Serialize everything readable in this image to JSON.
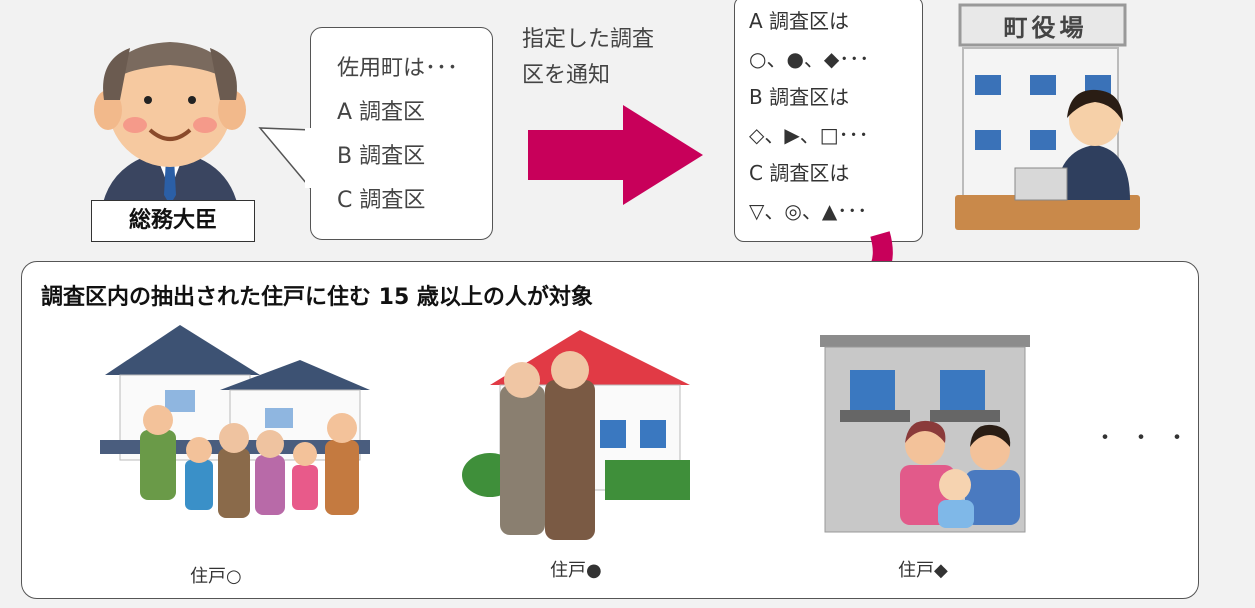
{
  "minister": {
    "label": "総務大臣"
  },
  "speech": {
    "lines": [
      "佐用町は･･･",
      "A 調査区",
      "B 調査区",
      "C 調査区"
    ]
  },
  "notify": {
    "lines": [
      "指定した調査",
      "区を通知"
    ]
  },
  "district_list": {
    "lines": [
      "A 調査区は",
      "○、●、◆･･･",
      "B 調査区は",
      "◇、▶、□･･･",
      "C 調査区は",
      "▽、◎、▲･･･"
    ]
  },
  "town_office": {
    "sign": "町役場"
  },
  "target": {
    "text": "調査区内の抽出された住戸に住む 15 歳以上の人が対象"
  },
  "households": [
    {
      "label": "住戸○"
    },
    {
      "label": "住戸●"
    },
    {
      "label": "住戸◆"
    }
  ],
  "more": "・・・",
  "colors": {
    "arrow": "#c8005a",
    "background": "#f2f2f2"
  }
}
